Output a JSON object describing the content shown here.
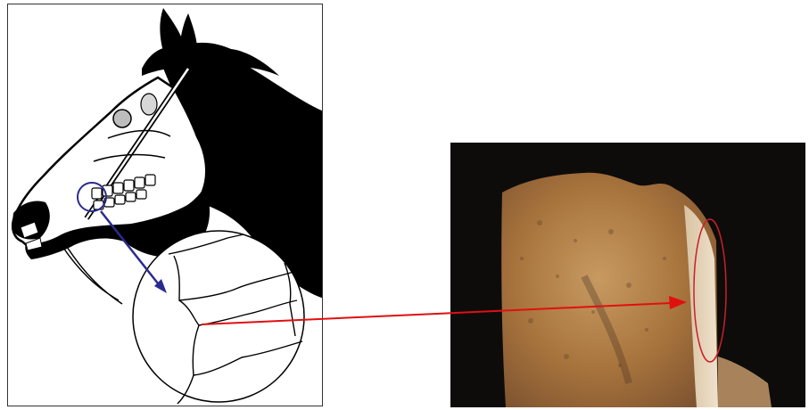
{
  "figure": {
    "left_panel": {
      "subject": "horse-head-line-drawing",
      "detail": "magnified-tooth-occlusal-surface"
    },
    "right_panel": {
      "subject": "tooth-photograph",
      "highlight": "red-ellipse-region"
    },
    "colors": {
      "outline": "#000000",
      "zoom_arrow": "#2b2b8f",
      "link_arrow": "#e01010",
      "highlight_ellipse": "#c8202a",
      "photo_background": "#0d0c0b",
      "tooth_tone": "#b9874f"
    }
  }
}
